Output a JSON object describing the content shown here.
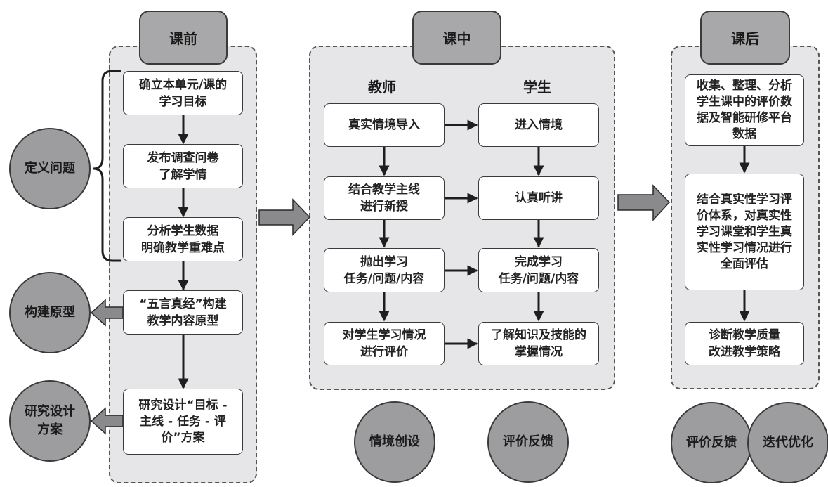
{
  "phases": {
    "pre": {
      "title": "课前",
      "steps": [
        "确立本单元/课的\n学习目标",
        "发布调查问卷\n了解学情",
        "分析学生数据\n明确教学重难点",
        "“五言真经”构建\n教学内容原型",
        "研究设计“目标 -\n主线 - 任务 - 评\n价”方案"
      ],
      "outcomes": [
        "定义问题",
        "构建原型",
        "研究设计\n方案"
      ]
    },
    "during": {
      "title": "课中",
      "teacher_label": "教师",
      "student_label": "学生",
      "teacher_steps": [
        "真实情境导入",
        "结合教学主线\n进行新授",
        "抛出学习\n任务/问题/内容",
        "对学生学习情况\n进行评价"
      ],
      "student_steps": [
        "进入情境",
        "认真听讲",
        "完成学习\n任务/问题/内容",
        "了解知识及技能的\n掌握情况"
      ],
      "outcomes": [
        "情境创设",
        "评价反馈"
      ]
    },
    "post": {
      "title": "课后",
      "steps": [
        "收集、整理、分析\n学生课中的评价数\n据及智能研修平台\n数据",
        "结合真实性学习评\n价体系，对真实性\n学习课堂和学生真\n实性学习情况进行\n全面评估",
        "诊断教学质量\n改进教学策略"
      ],
      "outcomes": [
        "评价反馈",
        "迭代优化"
      ]
    }
  },
  "colors": {
    "panel_bg": "#e6e6e8",
    "tab_bg": "#a8a8aa",
    "circle_bg": "#9d9d9f",
    "arrow_fill": "#8a8a8c",
    "line": "#1e1e1e"
  }
}
